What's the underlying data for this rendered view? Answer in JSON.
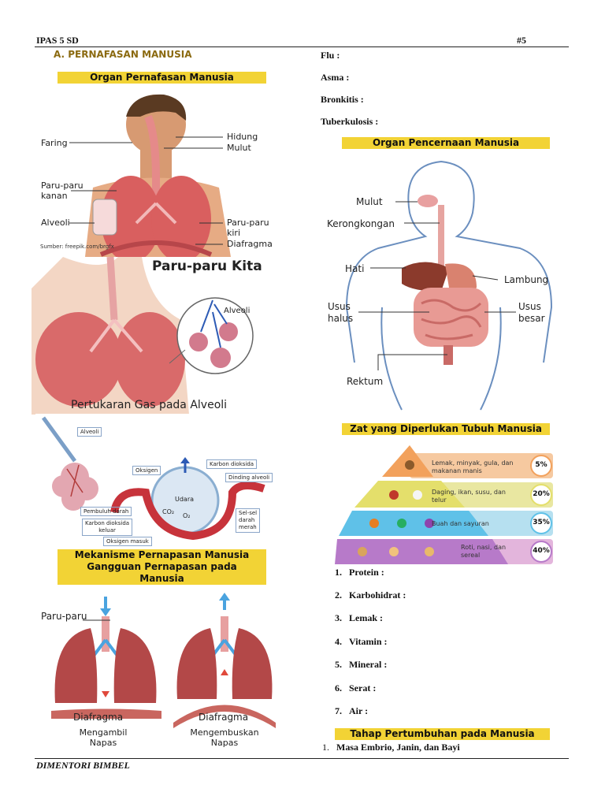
{
  "header": {
    "left": "IPAS 5 SD",
    "right": "#5"
  },
  "footer": {
    "left": "DIMENTORI BIMBEL"
  },
  "left": {
    "section_title": "A.  PERNAFASAN MANUSIA",
    "banner_organ": "Organ Pernafasan Manusia",
    "organ_labels": {
      "faring": "Faring",
      "hidung": "Hidung",
      "mulut": "Mulut",
      "paru_kanan_1": "Paru-paru",
      "paru_kanan_2": "kanan",
      "alveoli": "Alveoli",
      "paru_kiri_1": "Paru-paru",
      "paru_kiri_2": "kiri",
      "diafragma": "Diafragma",
      "source": "Sumber: freepik.com/brgfx"
    },
    "paru_title": "Paru-paru Kita",
    "paru_alveoli": "Alveoli",
    "paru_caption": "Pertukaran Gas pada Alveoli",
    "gas_labels": {
      "alveoli": "Alveoli",
      "oksigen": "Oksigen",
      "karbon": "Karbon dioksida",
      "dinding": "Dinding alveoli",
      "udara": "Udara",
      "co2": "CO₂",
      "o2": "O₂",
      "pembuluh": "Pembuluh darah",
      "karbon_keluar_1": "Karbon dioksida",
      "karbon_keluar_2": "keluar",
      "sel_1": "Sel-sel",
      "sel_2": "darah",
      "sel_3": "merah",
      "oksigen_masuk": "Oksigen masuk"
    },
    "banner_mekanisme_1": "Mekanisme Pernapasan Manusia",
    "banner_mekanisme_2": "Gangguan Pernapasan pada",
    "banner_mekanisme_3": "Manusia",
    "breath": {
      "paru": "Paru-paru",
      "diafragma_a": "Diafragma",
      "diafragma_b": "Diafragma",
      "ambil_1": "Mengambil",
      "ambil_2": "Napas",
      "buang_1": "Mengembuskan",
      "buang_2": "Napas"
    }
  },
  "right": {
    "diseases": [
      "Flu :",
      "Asma :",
      "Bronkitis :",
      "Tuberkulosis :"
    ],
    "banner_cerna": "Organ Pencernaan Manusia",
    "cerna_labels": {
      "mulut": "Mulut",
      "kerongkongan": "Kerongkongan",
      "hati": "Hati",
      "lambung": "Lambung",
      "usus_halus_1": "Usus",
      "usus_halus_2": "halus",
      "usus_besar_1": "Usus",
      "usus_besar_2": "besar",
      "rektum": "Rektum"
    },
    "banner_zat": "Zat yang Diperlukan Tubuh Manusia",
    "pyramid": [
      {
        "text1": "Lemak, minyak, gula, dan",
        "text2": "makanan manis",
        "pct": "5%",
        "color": "#f6c9a0"
      },
      {
        "text1": "Daging, ikan, susu, dan",
        "text2": "telur",
        "pct": "20%",
        "color": "#e9e7a1"
      },
      {
        "text1": "Buah dan sayuran",
        "text2": "",
        "pct": "35%",
        "color": "#b6e0f0"
      },
      {
        "text1": "Roti, nasi, dan",
        "text2": "sereal",
        "pct": "40%",
        "color": "#e3b5dc"
      }
    ],
    "nutrients": [
      "Protein :",
      "Karbohidrat :",
      "Lemak :",
      "Vitamin :",
      "Mineral :",
      "Serat :",
      "Air :"
    ],
    "banner_tahap": "Tahap Pertumbuhan pada Manusia",
    "tahap_list": [
      "Masa Embrio, Janin, dan Bayi"
    ]
  }
}
